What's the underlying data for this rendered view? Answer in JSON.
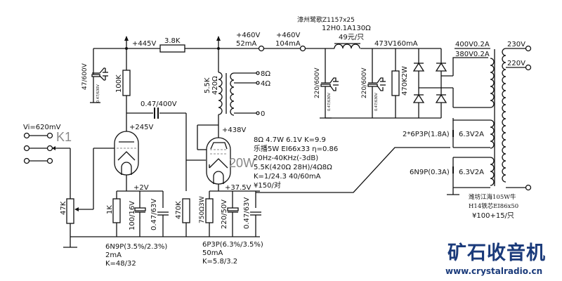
{
  "input": {
    "vi_label": "Vi=620mV",
    "switch_label": "K1"
  },
  "supply": {
    "b_plus_1": "+445V",
    "r_dropper": "3.8K",
    "b_plus_2_voltage": "+460V",
    "b_plus_2_current": "52mA",
    "b_plus_3_voltage": "+460V",
    "b_plus_3_current": "104mA",
    "rect_out": "473V160mA",
    "bleeder": "470K2W",
    "filter_cap_1": "220/600V",
    "filter_cap_2": "220/600V",
    "bypass_cap_small": "0.47/630V",
    "choke_line1": "漳州鹭歌Z1157x25",
    "choke_line2": "12H0.1A130Ω",
    "choke_line3": "49元/只"
  },
  "stage1": {
    "decoupling_cap": "47/600V",
    "decoupling_bypass": "0.47/630V",
    "plate_resistor": "100K",
    "coupling_cap": "0.47/400V",
    "plate_voltage": "+245V",
    "cathode_voltage": "+2V",
    "cathode_resistor": "1K",
    "cathode_cap": "100/16V",
    "cathode_bypass": "0.47/63V",
    "volume_pot": "47K",
    "grid_resistor": "470K",
    "tube_line1": "6N9P(3.5%/2.3%)",
    "tube_line2": "2mA",
    "tube_line3": "K=48/32"
  },
  "stage2": {
    "ot_primary_line1": "5.5K",
    "ot_primary_line2": "420Ω",
    "tap_8": "8Ω",
    "tap_4": "4Ω",
    "tap_0": "0",
    "plate_voltage": "+438V",
    "power_rating": "20W",
    "cathode_voltage": "+37.5V",
    "cathode_resistor": "750Ω3W",
    "cathode_cap": "220/50V",
    "cathode_bypass": "0.47/63V",
    "tube_line1": "6P3P(6.3%/3.5%)",
    "tube_line2": "50mA",
    "tube_line3": "K=5.8/3.2"
  },
  "specs": {
    "lines": [
      "8Ω 4.7W 6.1V K=9.9",
      "乐播5W EI66x33 η=0.86",
      "20Hz-40KHz(-3dB)",
      "5.5K(420Ω 28H)/4Ω8Ω",
      "K=1/24.3   40/60mA",
      "¥150/对"
    ]
  },
  "power_transformer": {
    "hv1": "400V0.2A",
    "hv2": "380V0.2A",
    "mains1": "230V",
    "mains2": "220V",
    "heater1_winding": "6.3V2A",
    "heater1_load": "2*6P3P(1.8A)",
    "heater2_winding": "6.3V2A",
    "heater2_load": "6N9P(0.3A)",
    "note_line1": "潍坊江海105W牛",
    "note_line2": "H14铁芯EI86x50",
    "note_line3": "¥100+15/只"
  },
  "watermark": {
    "brand": "矿石收音机",
    "url": "www.crystalradio.cn",
    "color": "#1a3a7a"
  }
}
